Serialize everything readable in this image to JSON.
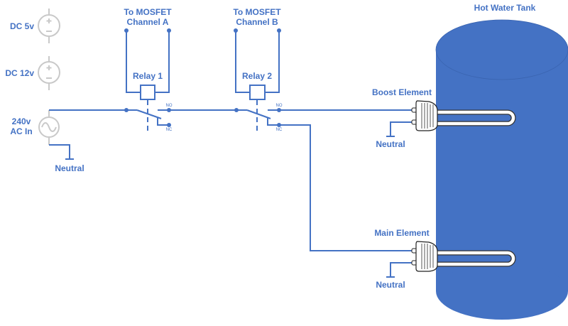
{
  "colors": {
    "wire": "#4472c4",
    "tank": "#4472c4",
    "inactive_source": "#c9c9c9"
  },
  "sources": {
    "dc5": {
      "label": "DC 5v",
      "icon": "dc-source-icon"
    },
    "dc12": {
      "label": "DC 12v",
      "icon": "dc-source-icon"
    },
    "ac": {
      "label_line1": "240v",
      "label_line2": "AC In",
      "icon": "ac-source-icon"
    },
    "ac_neutral": "Neutral"
  },
  "relays": [
    {
      "title": "Relay 1",
      "control_line1": "To MOSFET",
      "control_line2": "Channel A",
      "no": "NO",
      "nc": "NC"
    },
    {
      "title": "Relay 2",
      "control_line1": "To MOSFET",
      "control_line2": "Channel B",
      "no": "NO",
      "nc": "NC"
    }
  ],
  "tank": {
    "title": "Hot Water Tank"
  },
  "elements": [
    {
      "label": "Boost Element",
      "neutral": "Neutral"
    },
    {
      "label": "Main Element",
      "neutral": "Neutral"
    }
  ]
}
